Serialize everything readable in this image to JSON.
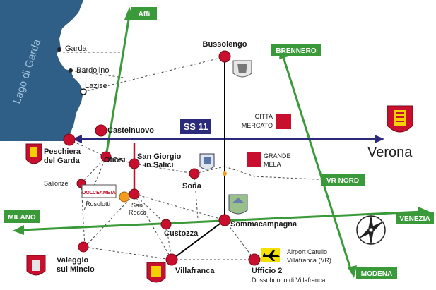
{
  "map": {
    "lake_label": "Lago di Garda",
    "colors": {
      "lake": "#2f5f86",
      "town_dot": "#c8102e",
      "road_green": "#3a9a3a",
      "road_blue": "#2c2a7a",
      "road_black": "#000000",
      "road_red": "#c8102e",
      "dashed": "#444444"
    },
    "directions": {
      "affi": "Affi",
      "brennero": "BRENNERO",
      "vr_nord": "VR NORD",
      "milano": "MILANO",
      "venezia": "VENEZIA",
      "modena": "MODENA"
    },
    "road": {
      "ss11": "SS 11"
    },
    "city": {
      "verona": "Verona"
    },
    "towns": {
      "garda": "Garda",
      "bardolino": "Bardolino",
      "lazise": "Lazise",
      "bussolengo": "Bussolengo",
      "castelnuovo": "Castelnuovo",
      "peschiera_1": "Peschiera",
      "peschiera_2": "del Garda",
      "oliosi": "Oliosi",
      "san_giorgio_1": "San Giorgio",
      "san_giorgio_2": "in Salici",
      "sona": "Sona",
      "salionze": "Salionze",
      "rosolotti": "Rosolotti",
      "san_rocco_1": "San",
      "san_rocco_2": "Rocco",
      "custozza": "Custozza",
      "sommacampagna": "Sommacampagna",
      "valeggio_1": "Valeggio",
      "valeggio_2": "sul Mincio",
      "villafranca": "Villafranca",
      "ufficio_1": "Ufficio 2",
      "ufficio_2": "Dossobuono di Villafranca"
    },
    "points_of_interest": {
      "citta_mercato_1": "CITTA",
      "citta_mercato_2": "MERCATO",
      "grande_mela_1": "GRANDE",
      "grande_mela_2": "MELA",
      "airport_1": "Airport Catullo",
      "airport_2": "Villafranca (VR)",
      "hotel_logo": "DOLCEAMBIA"
    },
    "icons": [
      "compass-rose-icon",
      "airplane-icon",
      "coat-of-arms-icon"
    ]
  }
}
